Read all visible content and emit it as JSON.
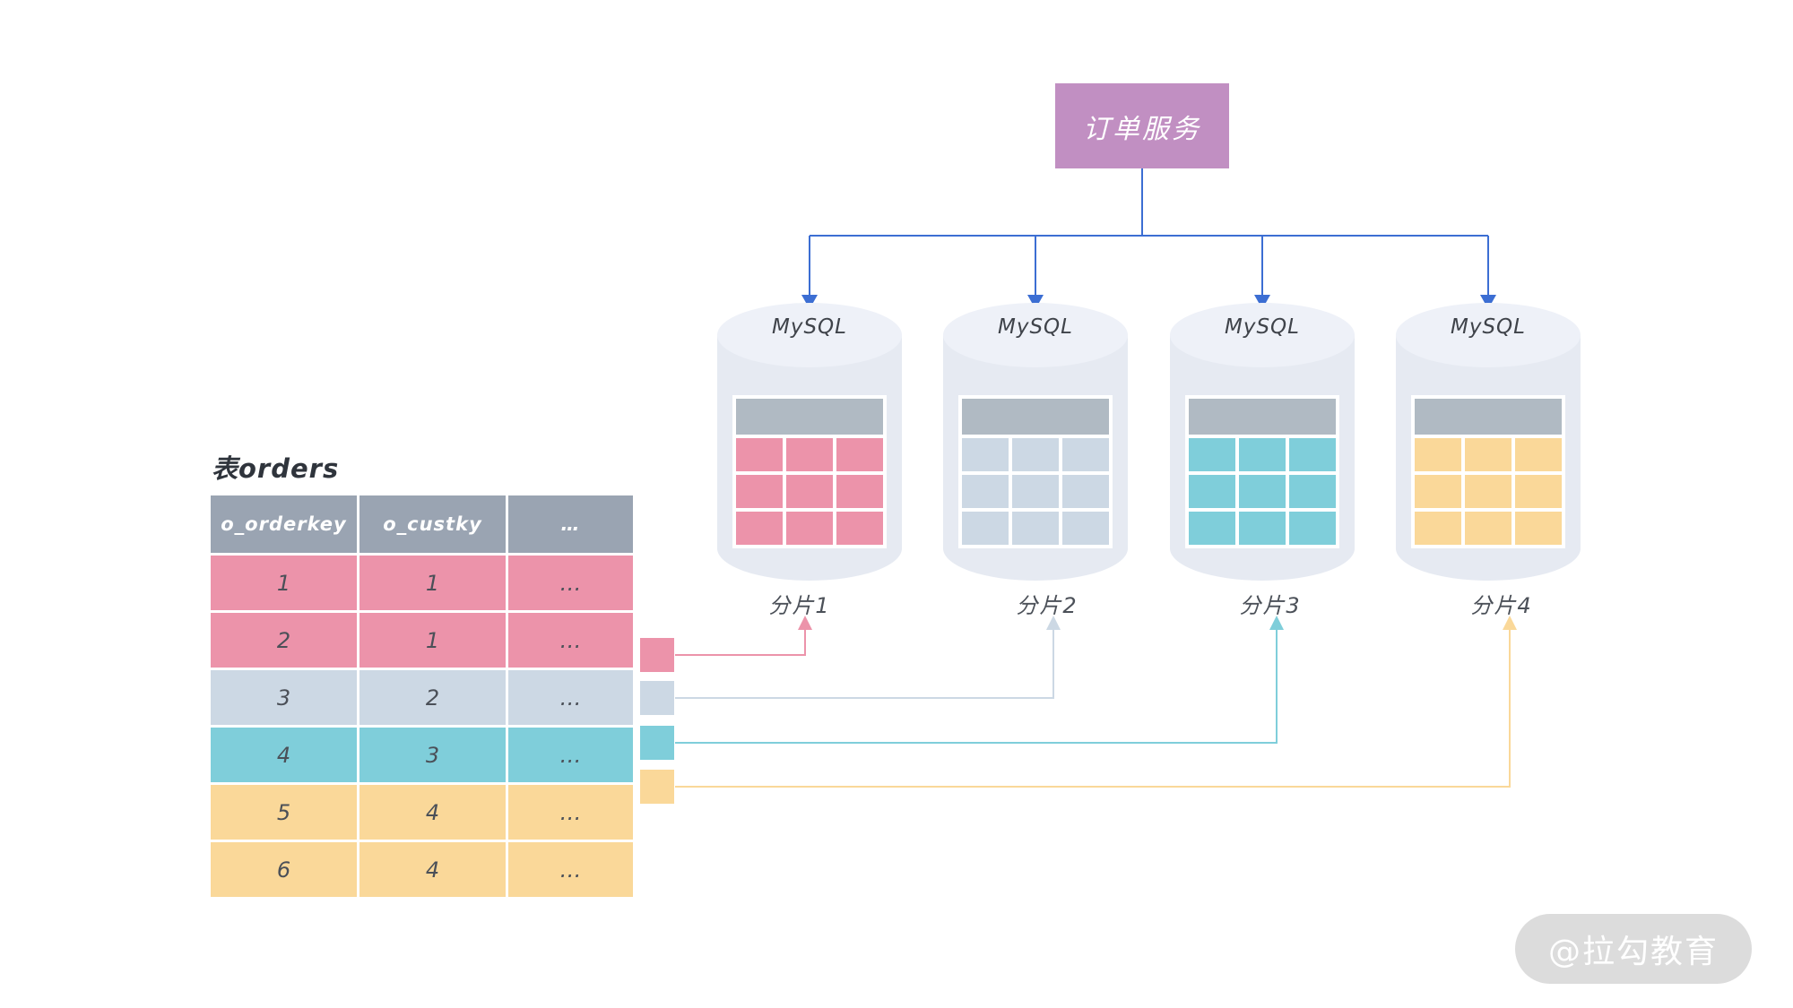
{
  "service": {
    "label": "订单服务"
  },
  "colors": {
    "purple": "#c18fc2",
    "blue": "#3c6ed3",
    "pink": "#ec93aa",
    "lightblue": "#ccd8e4",
    "cyan": "#7fceda",
    "yellow": "#fad899",
    "headergray": "#9aa4b2",
    "miniheadergray": "#b0bac3",
    "cylbody": "#e6eaf2",
    "cyltop": "#eef1f8",
    "textdark": "#3f434a",
    "textnum": "#4b5058",
    "watermark": "#dcdcdc"
  },
  "shards": [
    {
      "db": "MySQL",
      "label": "分片1",
      "color_key": "pink"
    },
    {
      "db": "MySQL",
      "label": "分片2",
      "color_key": "lightblue"
    },
    {
      "db": "MySQL",
      "label": "分片3",
      "color_key": "cyan"
    },
    {
      "db": "MySQL",
      "label": "分片4",
      "color_key": "yellow"
    }
  ],
  "orders_table": {
    "title": "表orders",
    "headers": [
      "o_orderkey",
      "o_custky",
      "…"
    ],
    "rows": [
      {
        "o_orderkey": "1",
        "o_custky": "1",
        "more": "…",
        "color_key": "pink"
      },
      {
        "o_orderkey": "2",
        "o_custky": "1",
        "more": "…",
        "color_key": "pink"
      },
      {
        "o_orderkey": "3",
        "o_custky": "2",
        "more": "…",
        "color_key": "lightblue"
      },
      {
        "o_orderkey": "4",
        "o_custky": "3",
        "more": "…",
        "color_key": "cyan"
      },
      {
        "o_orderkey": "5",
        "o_custky": "4",
        "more": "…",
        "color_key": "yellow"
      },
      {
        "o_orderkey": "6",
        "o_custky": "4",
        "more": "…",
        "color_key": "yellow"
      }
    ]
  },
  "legend": [
    {
      "color_key": "pink",
      "target": "分片1"
    },
    {
      "color_key": "lightblue",
      "target": "分片2"
    },
    {
      "color_key": "cyan",
      "target": "分片3"
    },
    {
      "color_key": "yellow",
      "target": "分片4"
    }
  ],
  "watermark": {
    "text": "@拉勾教育"
  }
}
